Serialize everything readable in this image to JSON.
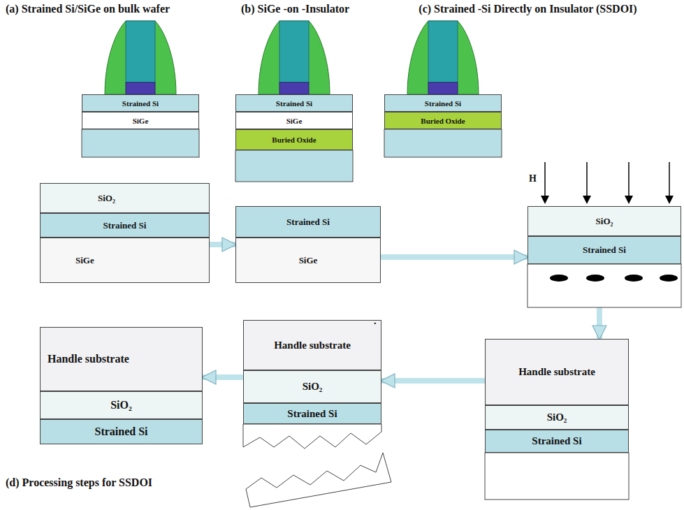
{
  "diagram": {
    "nodes": [
      {
        "text": [
          "Strained Si"
        ]
      },
      {
        "text": [
          "SiGe"
        ]
      },
      {
        "text": [
          "Strained Si"
        ]
      },
      {
        "text": [
          "SiGe"
        ]
      },
      {
        "text": [
          "Buried Oxide"
        ]
      },
      {
        "text": [
          "Strained Si"
        ]
      },
      {
        "text": [
          "Buried Oxide"
        ]
      },
      {
        "text": [
          "SiO₂"
        ]
      },
      {
        "text": [
          "Strained Si"
        ]
      },
      {
        "text": [
          "SiGe"
        ]
      },
      {
        "text": [
          "Strained Si"
        ]
      },
      {
        "text": [
          "SiGe"
        ]
      },
      {
        "text": [
          "SiO₂"
        ]
      },
      {
        "text": [
          "Strained Si"
        ]
      },
      {
        "text": [
          "Handle substrate"
        ]
      },
      {
        "text": [
          "SiO₂"
        ]
      },
      {
        "text": [
          "Strained Si"
        ]
      },
      {
        "text": [
          "Handle substrate"
        ]
      },
      {
        "text": [
          "SiO₂"
        ]
      },
      {
        "text": [
          "Strained Si"
        ]
      },
      {
        "text": [
          "Handle substrate"
        ]
      },
      {
        "text": [
          "SiO₂"
        ]
      },
      {
        "text": [
          "Strained Si"
        ]
      }
    ],
    "edges": [
      {
        "from": 9,
        "to": 11,
        "arrow": "to"
      },
      {
        "from": 11,
        "to": 13,
        "arrow": "to"
      },
      {
        "from": 13,
        "to": 20,
        "arrow": "to"
      },
      {
        "from": 20,
        "to": 18,
        "arrow": "to"
      },
      {
        "from": 18,
        "to": 14,
        "arrow": "to"
      }
    ],
    "labels": [
      "(a) Strained Si/SiGe on bulk wafer",
      "(b) SiGe -on -Insulator",
      "(c) Strained -Si Directly on Insulator (SSDOI)",
      "H",
      ".",
      "(d) Processing steps for SSDOI"
    ]
  }
}
